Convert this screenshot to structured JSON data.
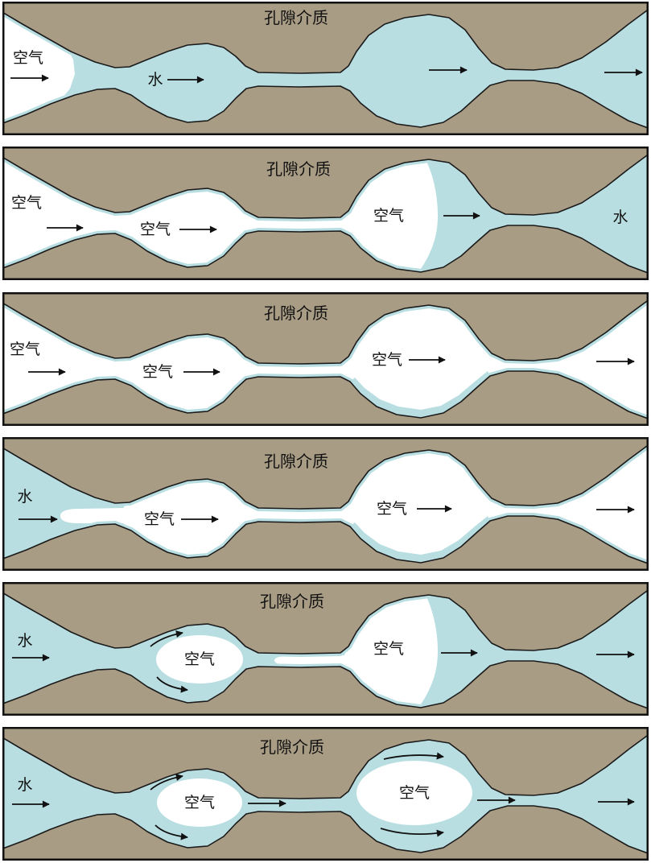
{
  "colors": {
    "grain": "#a99c85",
    "water": "#b8dee2",
    "air": "#ffffff",
    "outline": "#1a1a1a"
  },
  "icons": {
    "straight_arrow": "arrow-right-icon",
    "curved_arrow": "curved-arrow-icon"
  },
  "panels": [
    {
      "title": "孔隙介质",
      "labels": [
        "空气",
        "水"
      ]
    },
    {
      "title": "孔隙介质",
      "labels": [
        "空气",
        "空气",
        "空气",
        "水"
      ]
    },
    {
      "title": "孔隙介质",
      "labels": [
        "空气",
        "空气",
        "空气"
      ]
    },
    {
      "title": "孔隙介质",
      "labels": [
        "水",
        "空气",
        "空气"
      ]
    },
    {
      "title": "孔隙介质",
      "labels": [
        "水",
        "空气",
        "空气"
      ]
    },
    {
      "title": "孔隙介质",
      "labels": [
        "水",
        "空气",
        "空气"
      ]
    }
  ]
}
